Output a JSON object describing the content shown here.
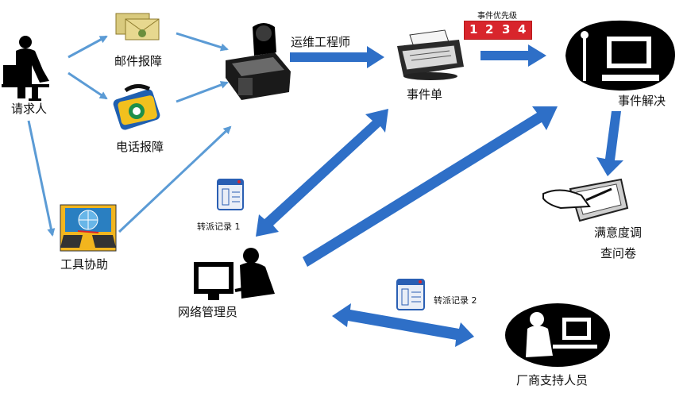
{
  "nodes": {
    "requester": "请求人",
    "email_report": "邮件报障",
    "phone_report": "电话报障",
    "tool_assist": "工具协助",
    "ops_engineer": "运维工程师",
    "incident_ticket": "事件单",
    "incident_resolution": "事件解决",
    "satisfaction_survey_line1": "满意度调",
    "satisfaction_survey_line2": "查问卷",
    "network_admin": "网络管理员",
    "vendor_support": "厂商支持人员"
  },
  "annotations": {
    "transfer_record_1": "转派记录 1",
    "transfer_record_2": "转派记录 2",
    "incident_priority": "事件优先级",
    "priority_steps": [
      "1",
      "2",
      "3",
      "4"
    ]
  },
  "colors": {
    "thin_arrow": "#5b9bd5",
    "thick_arrow": "#2e6fc7",
    "priority_badge": "#d8252c"
  }
}
